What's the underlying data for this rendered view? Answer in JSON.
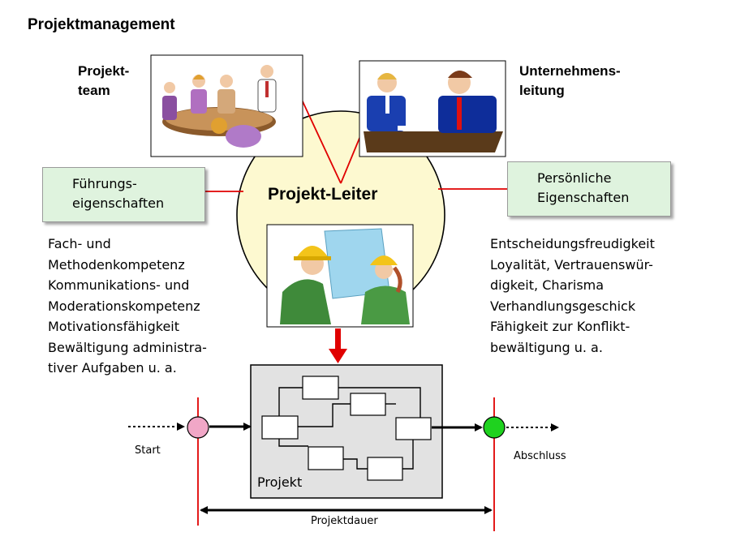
{
  "header": {
    "title": "Projektmanagement"
  },
  "team": {
    "label_line1": "Projekt-",
    "label_line2": "team"
  },
  "management": {
    "label_line1": "Unternehmens-",
    "label_line2": "leitung"
  },
  "leader": {
    "title": "Projekt-Leiter"
  },
  "leadership_box": {
    "line1": "Führungs-",
    "line2": "eigenschaften"
  },
  "personal_box": {
    "line1": "Persönliche",
    "line2": "Eigenschaften"
  },
  "leadership_list": [
    "Fach- und",
    "Methodenkompetenz",
    "Kommunikations- und",
    "Moderationskompetenz",
    "Motivationsfähigkeit",
    "Bewältigung administra-",
    "tiver Aufgaben u. a."
  ],
  "personal_list": [
    "Entscheidungsfreudigkeit",
    "Loyalität, Vertrauenswür-",
    "digkeit, Charisma",
    "Verhandlungsgeschick",
    "Fähigkeit zur Konflikt-",
    "bewältigung u. a."
  ],
  "flow": {
    "start": "Start",
    "end": "Abschluss",
    "project": "Projekt",
    "duration": "Projektdauer"
  },
  "colors": {
    "circle_fill": "#fdf9d0",
    "green_box": "#dff3de",
    "start_node": "#f1a7c7",
    "end_node": "#1fd21f",
    "connector_red": "#e00000",
    "project_box": "#e2e2e2"
  },
  "icons": {
    "team": "meeting-clipart-icon",
    "management": "business-talk-clipart-icon",
    "leader": "construction-workers-clipart-icon"
  }
}
